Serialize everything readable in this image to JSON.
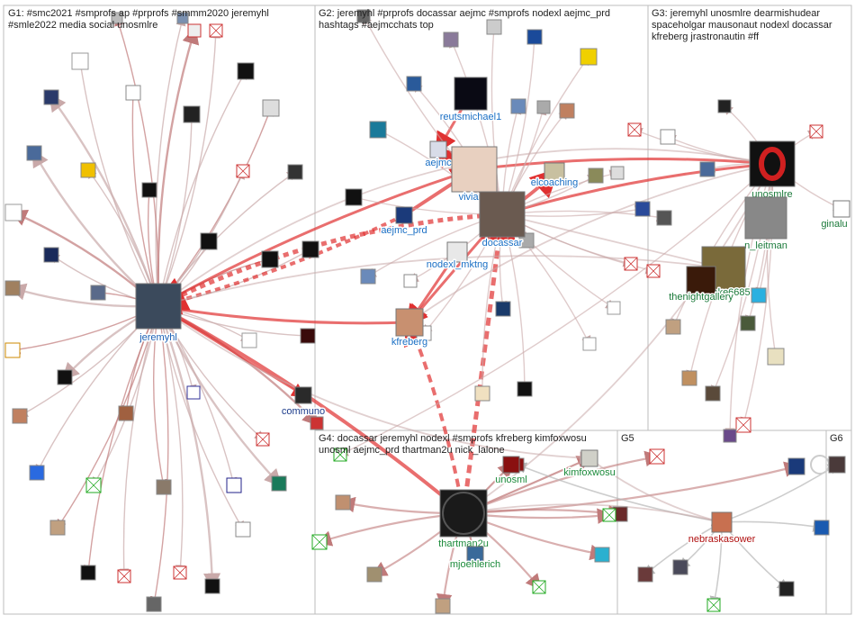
{
  "groups": [
    {
      "id": "G1",
      "label": "G1: #smc2021 #smprofs ap #prprofs #smmm2020 jeremyhl #smle2022 media social unosmlre"
    },
    {
      "id": "G2",
      "label": "G2: jeremyhl #prprofs docassar aejmc #smprofs nodexl aejmc_prd hashtags #aejmcchats top"
    },
    {
      "id": "G3",
      "label": "G3: jeremyhl unosmlre dearmishudear spaceholgar mausonaut nodexl docassar kfreberg jrastronautin #ff"
    },
    {
      "id": "G4",
      "label": "G4: docassar jeremyhl nodexl #smprofs kfreberg kimfoxwosu unosml aejmc_prd thartman2u nick_lalone"
    },
    {
      "id": "G5",
      "label": "G5"
    },
    {
      "id": "G6",
      "label": "G6"
    }
  ],
  "nodes": [
    {
      "id": "jeremyhl",
      "label": "jeremyhl",
      "color": "#1a5fb4"
    },
    {
      "id": "communo",
      "label": "communo",
      "color": "#1a3a8a"
    },
    {
      "id": "reutsmichael1",
      "label": "reutsmichael1",
      "color": "#1a6fc4"
    },
    {
      "id": "aejmc",
      "label": "aejmc",
      "color": "#1a6fc4"
    },
    {
      "id": "vivianfr",
      "label": "vivianfr",
      "color": "#1a6fc4"
    },
    {
      "id": "elcoaching",
      "label": "elcoaching",
      "color": "#1a6fc4"
    },
    {
      "id": "aejmc_prd",
      "label": "aejmc_prd",
      "color": "#1a6fc4"
    },
    {
      "id": "docassar",
      "label": "docassar",
      "color": "#1a6fc4"
    },
    {
      "id": "nodexl_mktng",
      "label": "nodexl_mktng",
      "color": "#1a6fc4"
    },
    {
      "id": "kfreberg",
      "label": "kfreberg",
      "color": "#1a6fc4"
    },
    {
      "id": "unosmlre",
      "label": "unosmlre",
      "color": "#1b7a3a"
    },
    {
      "id": "n_leitman",
      "label": "n_leitman",
      "color": "#1b7a3a"
    },
    {
      "id": "ginalu",
      "label": "ginalu",
      "color": "#1b7a3a"
    },
    {
      "id": "ccooke6685",
      "label": "ccooke6685",
      "color": "#1b7a3a"
    },
    {
      "id": "thenightgallery",
      "label": "thenightgallery",
      "color": "#1b7a3a"
    },
    {
      "id": "thartman2u",
      "label": "thartman2u",
      "color": "#1b8a3a"
    },
    {
      "id": "unosml",
      "label": "unosml",
      "color": "#1b8a3a"
    },
    {
      "id": "kimfoxwosu",
      "label": "kimfoxwosu",
      "color": "#1b8a3a"
    },
    {
      "id": "mjoehlerich",
      "label": "mjoehlerich",
      "color": "#1b8a3a"
    },
    {
      "id": "nebraskasower",
      "label": "nebraskasower",
      "color": "#b01010"
    }
  ],
  "colors": {
    "edge_light": "#c9a9a9",
    "edge_mid": "#c07a7a",
    "edge_strong": "#e03030",
    "edge_grey": "#b8b8b8",
    "box": "#bdbdbd"
  }
}
